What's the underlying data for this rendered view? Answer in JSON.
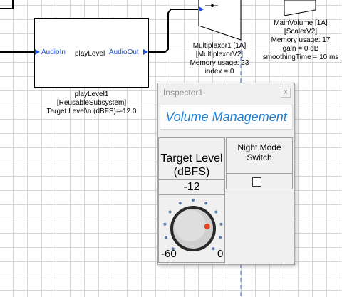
{
  "blocks": {
    "play_level": {
      "title": "playLevel",
      "input_port": "AudioIn",
      "output_port": "AudioOut",
      "caption": [
        "playLevel1",
        "[ReusableSubsystem]",
        "Target Level\\n (dBFS)=-12.0"
      ]
    },
    "multiplexor": {
      "caption": [
        "Multiplexor1 [1A]",
        "[MultiplexorV2]",
        "Memory usage: 23",
        "index = 0"
      ]
    },
    "main_volume": {
      "caption": [
        "MainVolume [1A]",
        "[ScalerV2]",
        "Memory usage: 17",
        "gain = 0 dB",
        "smoothingTime = 10 ms"
      ]
    }
  },
  "inspector": {
    "window_title": "Inspector1",
    "close_glyph": "x",
    "heading": "Volume Management",
    "target_level": {
      "label_line1": "Target Level",
      "label_line2": "(dBFS)",
      "value": "-12",
      "knob_min": "-60",
      "knob_max": "0",
      "knob_fraction": 0.8
    },
    "night_mode": {
      "label_line1": "Night Mode",
      "label_line2": "Switch",
      "checked": false
    }
  },
  "colors": {
    "port_text": "#1a4fd6",
    "heading_text": "#1e7fd6",
    "knob_indicator": "#e8431e",
    "knob_dots": "#5a7ca8",
    "guide_line": "#4a6ef0"
  }
}
